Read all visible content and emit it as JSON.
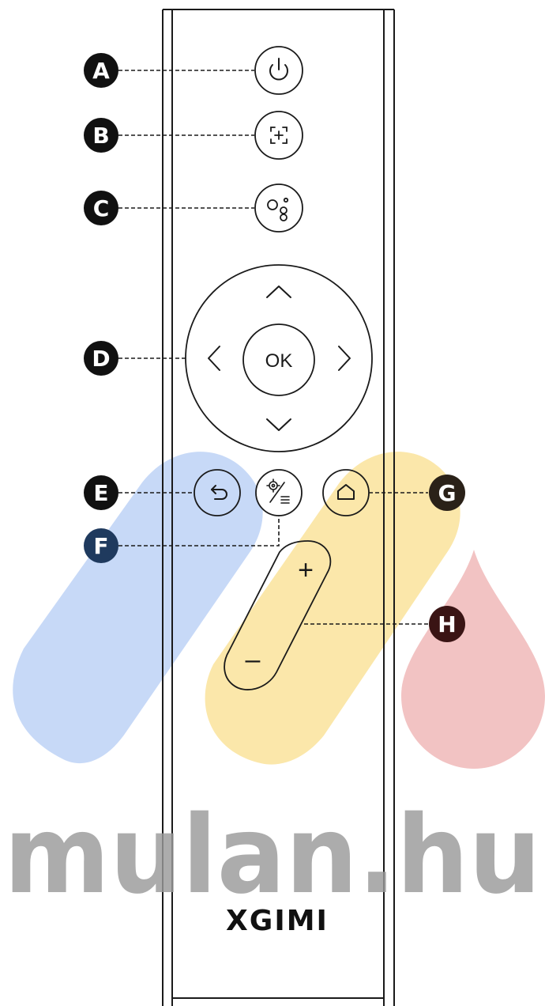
{
  "diagram": {
    "callouts": [
      {
        "letter": "A",
        "target": "power-button"
      },
      {
        "letter": "B",
        "target": "focus-button"
      },
      {
        "letter": "C",
        "target": "assistant-button"
      },
      {
        "letter": "D",
        "target": "dpad"
      },
      {
        "letter": "E",
        "target": "back-button"
      },
      {
        "letter": "F",
        "target": "settings-menu-button"
      },
      {
        "letter": "G",
        "target": "home-button"
      },
      {
        "letter": "H",
        "target": "volume-rocker"
      }
    ],
    "buttons": {
      "ok_label": "OK",
      "power_icon": "power-icon",
      "focus_icon": "focus-icon",
      "assistant_icon": "assistant-icon",
      "back_icon": "back-arrow-icon",
      "settings_icon": "settings-menu-icon",
      "home_icon": "home-icon",
      "volume_up_label": "+",
      "volume_down_label": "–"
    },
    "brand_logo": "XGIMI",
    "watermark": {
      "text": "mulan.hu",
      "colors": {
        "blue": "#c7d9f7",
        "yellow": "#fbe7aa",
        "red": "#f2c3c3",
        "text": "#9a9a9a"
      }
    },
    "colors": {
      "line": "#1a1a1a",
      "callout_fill": "#111111",
      "callout_f_fill": "#1f3a5e",
      "callout_g_fill": "#2a2118",
      "callout_h_fill": "#3a1414"
    }
  }
}
